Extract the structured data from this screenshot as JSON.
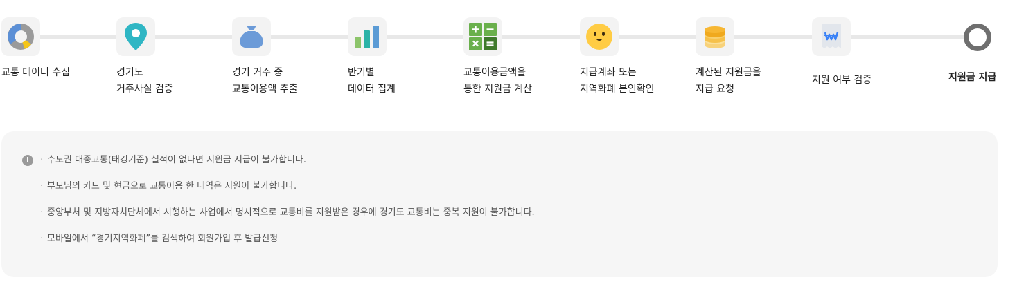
{
  "steps": [
    {
      "icon": "pie-chart-icon",
      "lines": [
        "교통 데이터 수집"
      ]
    },
    {
      "icon": "map-pin-icon",
      "lines": [
        "경기도",
        "거주사실 검증"
      ]
    },
    {
      "icon": "money-bag-icon",
      "lines": [
        "경기 거주 중",
        "교통이용액 추출"
      ]
    },
    {
      "icon": "bar-chart-icon",
      "lines": [
        "반기별",
        "데이터 집계"
      ]
    },
    {
      "icon": "calculator-icon",
      "lines": [
        "교통이용금액을",
        "통한 지원금 계산"
      ]
    },
    {
      "icon": "smiley-icon",
      "lines": [
        "지급계좌 또는",
        "지역화폐 본인확인"
      ]
    },
    {
      "icon": "coin-stack-icon",
      "lines": [
        "계산된 지원금을",
        "지급 요청"
      ]
    },
    {
      "icon": "won-receipt-icon",
      "lines": [
        "지원 여부 검증"
      ]
    }
  ],
  "final_step": {
    "icon": "ring-icon",
    "label": "지원금 지급"
  },
  "notice": {
    "icon": "info-icon",
    "bullet": "·",
    "items": [
      "수도권 대중교통(태깅기준) 실적이 없다면 지원금 지급이 불가합니다.",
      "부모님의 카드 및 현금으로 교통이용 한 내역은 지원이 불가합니다.",
      "중앙부처 및 지방자치단체에서 시행하는 사업에서 명시적으로 교통비를 지원받은 경우에 경기도 교통비는 중복 지원이 불가합니다.",
      "모바일에서 “경기지역화폐”를 검색하여 회원가입 후 발급신청"
    ]
  },
  "colors": {
    "track": "#e8e8e8",
    "pie_blue": "#5b8fd6",
    "pie_yellow": "#f5c518",
    "pin_teal": "#2fb6c4",
    "bag_blue": "#6c9bd8",
    "bar_green": "#8cc46a",
    "bar_teal": "#2bb3a7",
    "bar_blue": "#5b9bd5",
    "calc_green": "#6ab04c",
    "calc_dark": "#3f7a2c",
    "smiley_yellow": "#ffcc44",
    "coin_gold": "#f7b733",
    "won_blue": "#3b82f6",
    "ring_gray": "#6f6f6f"
  }
}
